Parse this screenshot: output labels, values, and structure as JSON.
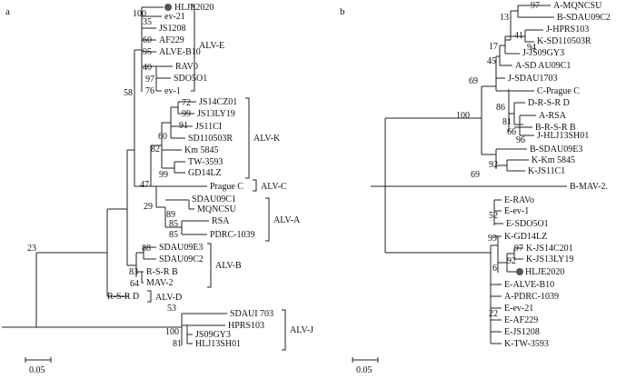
{
  "panels": {
    "a": "a",
    "b": "b"
  },
  "scale_bars": {
    "a": "0.05",
    "b": "0.05"
  },
  "marker_color": "#555555",
  "tree_a": {
    "taxa": [
      "HLJE2020",
      "ev-21",
      "JS1208",
      "AF229",
      "ALVE-B10",
      "RAV0",
      "SDO5O1",
      "ev-1",
      "JS14CZ01",
      "JS13LY19",
      "JS11CI",
      "SD110503R",
      "Km 5845",
      "TW-3593",
      "GD14LZ",
      "Prague C",
      "SDAU09C1",
      "MQNCSU",
      "RSA",
      "PDRC-1039",
      "SDAU09E3",
      "SDAU09C2",
      "R-S-R B",
      "MAV-2",
      "R-S-R D",
      "SDAUI 703",
      "HPRS103",
      "JS09GY3",
      "HLJ13SH01"
    ],
    "bootstrap": [
      "100",
      "35",
      "60",
      "95",
      "40",
      "97",
      "76",
      "72",
      "99",
      "91",
      "60",
      "82",
      "99",
      "47",
      "58",
      "29",
      "89",
      "85",
      "85",
      "88",
      "83",
      "64",
      "23",
      "53",
      "100",
      "81"
    ],
    "groups": [
      "ALV-E",
      "ALV-K",
      "ALV-C",
      "ALV-A",
      "ALV-B",
      "ALV-D",
      "ALV-J"
    ]
  },
  "tree_b": {
    "taxa": [
      "A-MQNCSU",
      "B-SDAU09C2",
      "J-HPRS103",
      "K-SD110503R",
      "J-JS09GY3",
      "A-SD AU09C1",
      "J-SDAU1703",
      "C-Prague C",
      "D-R-S-R D",
      "A-RSA",
      "B-R-S-R B",
      "J-HLJ13SH01",
      "B-SDAU09E3",
      "K-Km 5845",
      "K-JS11C1",
      "B-MAV-2.",
      "E-RAVo",
      "E-ev-1",
      "E-SDO5O1",
      "K-GD14LZ",
      "K-JS14C201",
      "K-JS13LY19",
      "HLJE2020",
      "E-ALVE-B10",
      "A-PDRC-1039",
      "E-ev-21",
      "E-AF229",
      "E-JS1208",
      "K-TW-3593"
    ],
    "bootstrap": [
      "97",
      "13",
      "41",
      "94",
      "17",
      "45",
      "69",
      "86",
      "81",
      "66",
      "96",
      "100",
      "92",
      "69",
      "52",
      "99",
      "97",
      "92",
      "6",
      "22"
    ]
  }
}
